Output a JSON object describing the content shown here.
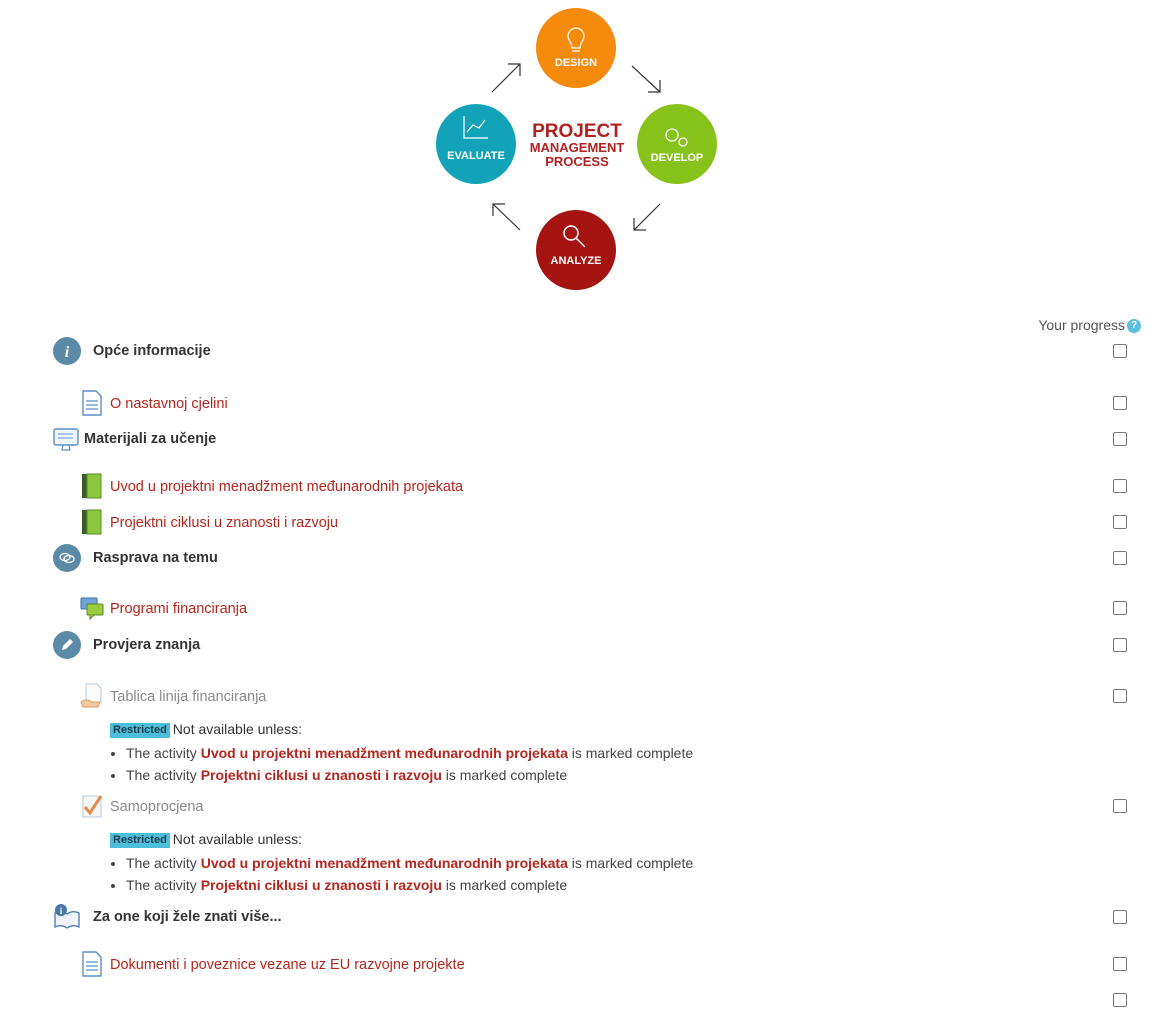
{
  "banner": {
    "title_line1": "PROJECT",
    "title_line2": "MANAGEMENT",
    "title_line3": "PROCESS",
    "phases": {
      "design": "DESIGN",
      "develop": "DEVELOP",
      "analyze": "ANALYZE",
      "evaluate": "EVALUATE"
    },
    "colors": {
      "design": "#f58a0b",
      "develop": "#86c21a",
      "analyze": "#a51410",
      "evaluate": "#12a3b8",
      "title": "#b32020"
    }
  },
  "progress": {
    "label": "Your progress",
    "help": "?"
  },
  "sections": [
    {
      "title": "Opće informacije",
      "icon": "info-icon"
    },
    {
      "title": "Materijali za učenje",
      "icon": "monitor-icon"
    },
    {
      "title": "Rasprava na temu",
      "icon": "chat-icon"
    },
    {
      "title": "Provjera znanja",
      "icon": "pencil-icon"
    },
    {
      "title": "Za one koji žele znati više...",
      "icon": "book-info-icon"
    }
  ],
  "activities": {
    "o_nastavnoj": "O nastavnoj cjelini",
    "uvod": "Uvod u projektni menadžment međunarodnih projekata",
    "ciklusi": "Projektni ciklusi u znanosti i razvoju",
    "programi": "Programi financiranja",
    "tablica": "Tablica linija financiranja",
    "samoprocjena": "Samoprocjena",
    "dokumenti": "Dokumenti i poveznice vezane uz EU razvojne projekte"
  },
  "restriction": {
    "badge": "Restricted",
    "intro": "Not available unless:",
    "prefix": "The activity",
    "suffix": "is marked complete",
    "cond1": "Uvod u projektni menadžment međunarodnih projekata",
    "cond2": "Projektni ciklusi u znanosti i razvoju"
  }
}
